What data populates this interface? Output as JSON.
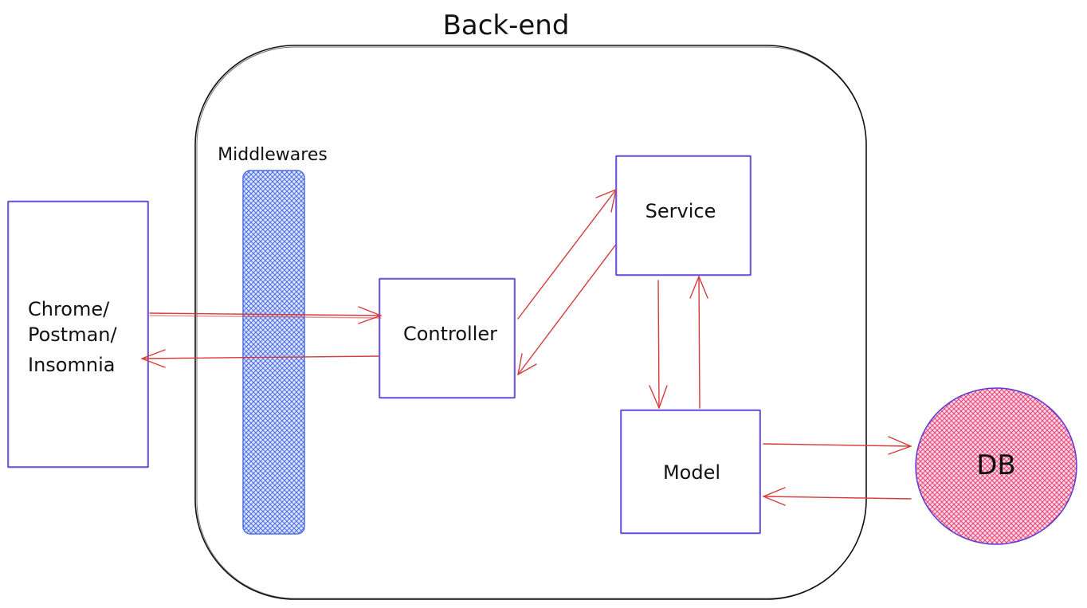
{
  "diagram": {
    "title": "Back-end",
    "middlewares_label": "Middlewares",
    "nodes": {
      "client": {
        "lines": [
          "Chrome/",
          "Postman/",
          "Insomnia"
        ]
      },
      "controller": {
        "label": "Controller"
      },
      "service": {
        "label": "Service"
      },
      "model": {
        "label": "Model"
      },
      "db": {
        "label": "DB"
      }
    },
    "edges": [
      {
        "from": "client",
        "to": "controller"
      },
      {
        "from": "controller",
        "to": "client"
      },
      {
        "from": "controller",
        "to": "service"
      },
      {
        "from": "service",
        "to": "controller"
      },
      {
        "from": "service",
        "to": "model"
      },
      {
        "from": "model",
        "to": "service"
      },
      {
        "from": "model",
        "to": "db"
      },
      {
        "from": "db",
        "to": "model"
      }
    ],
    "colors": {
      "box_border": "#5b3bd6",
      "arrow": "#d63a3a",
      "middleware_fill": "#4c6fe6",
      "db_fill": "#e8457a",
      "container_border": "#111111"
    }
  }
}
